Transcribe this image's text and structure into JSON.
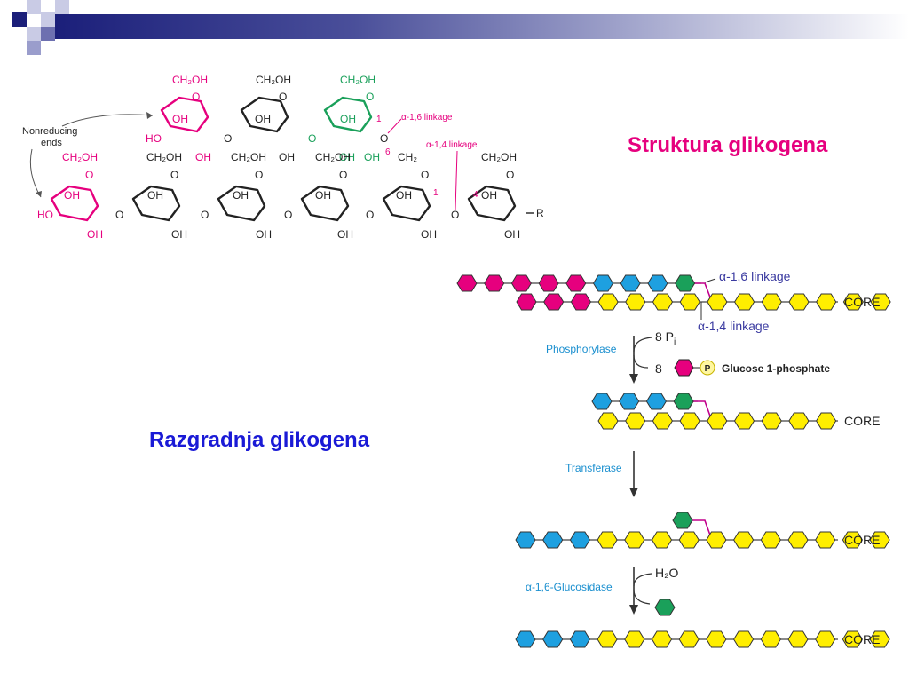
{
  "slide": {
    "title_structure": "Struktura glikogena",
    "title_degradation": "Razgradnja glikogena"
  },
  "colors": {
    "magenta": "#e6007e",
    "cyan": "#1ea0e0",
    "yellow": "#ffee00",
    "green": "#1aa05a",
    "blue_title": "#1a1ad6",
    "deco_navy": "#1b1f7a"
  },
  "structure": {
    "nonreducing_label": "Nonreducing",
    "ends_label": "ends",
    "ch2oh": "CH₂OH",
    "ch2": "CH₂",
    "oh": "OH",
    "ho": "HO",
    "o": "O",
    "r": "R",
    "alpha16": "α-1,6 linkage",
    "alpha14": "α-1,4 linkage",
    "n1": "1",
    "n6": "6",
    "n4": "4"
  },
  "degradation": {
    "alpha16": "α-1,6 linkage",
    "alpha14": "α-1,4 linkage",
    "core": "CORE",
    "phosphorylase": "Phosphorylase",
    "pi_count": "8 P",
    "pi_sub": "i",
    "product_count": "8",
    "p_label": "P",
    "glucose1p": "Glucose 1-phosphate",
    "transferase": "Transferase",
    "glucosidase": "α-1,6-Glucosidase",
    "water": "H₂O"
  }
}
